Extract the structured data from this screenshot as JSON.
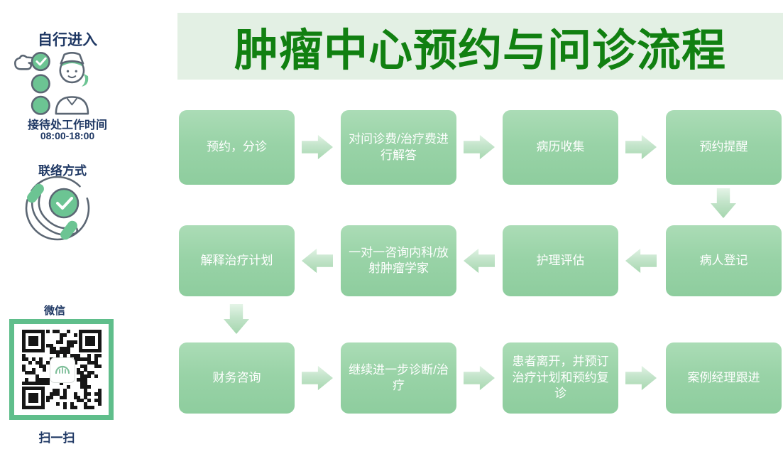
{
  "header": {
    "title": "肿瘤中心预约与问诊流程"
  },
  "sidebar": {
    "self_entry": {
      "title": "自行进入",
      "icon": "nurse-checklist-icon",
      "hours_label": "接待处工作时间",
      "hours_value": "08:00-18:00"
    },
    "contact": {
      "title": "联络方式",
      "icon": "phone-check-icon"
    },
    "wechat": {
      "title": "微信",
      "icon": "qr-code",
      "scan_label": "扫一扫"
    }
  },
  "flow": {
    "rows": [
      {
        "direction": "right",
        "boxes": [
          "预约，分诊",
          "对问诊费/治疗费进行解答",
          "病历收集",
          "预约提醒"
        ]
      },
      {
        "direction": "left",
        "boxes": [
          "解释治疗计划",
          "一对一咨询内科/放射肿瘤学家",
          "护理评估",
          "病人登记"
        ]
      },
      {
        "direction": "right",
        "boxes": [
          "财务咨询",
          "继续进一步诊断/治疗",
          "患者离开，并预订治疗计划和预约复诊",
          "案例经理跟进"
        ]
      }
    ]
  },
  "icons": [
    "nurse-checklist-icon",
    "phone-check-icon",
    "qr-code",
    "arch-logo-icon",
    "arrow-right-icon",
    "arrow-left-icon",
    "arrow-down-icon"
  ],
  "colors": {
    "title_green": "#118011",
    "title_band_bg": "#e3f0e4",
    "box_green_top": "#abdcb6",
    "box_green_bottom": "#8ecd9e",
    "arrow_green_light": "#e4f4e7",
    "arrow_green_dark": "#a5d6ae",
    "sidebar_text_navy": "#1f3864",
    "icon_outline_gray": "#5b6673",
    "icon_green": "#6cc493",
    "qr_border_green": "#5fbe8b"
  }
}
